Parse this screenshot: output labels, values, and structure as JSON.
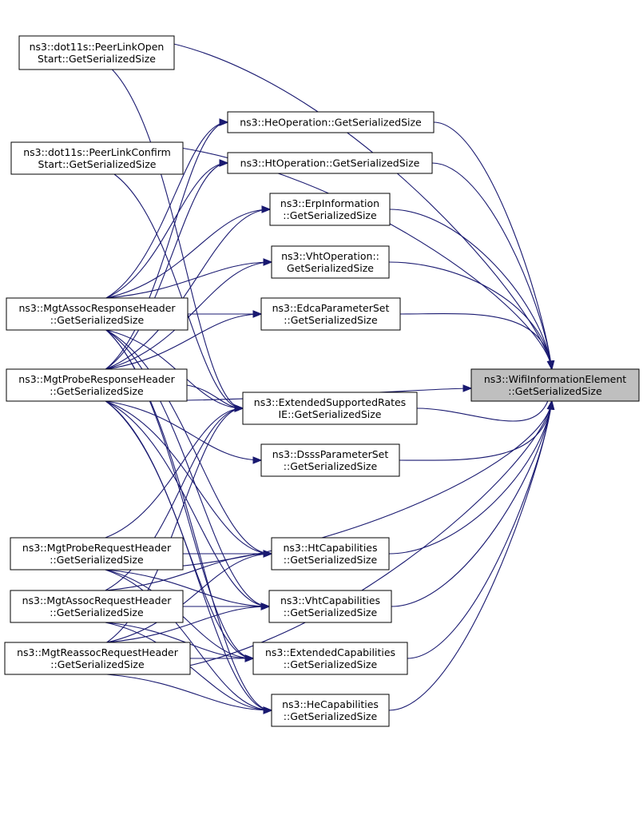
{
  "graph": {
    "nodes": {
      "target": {
        "lines": [
          "ns3::WifiInformationElement",
          "::GetSerializedSize"
        ]
      },
      "heop": {
        "lines": [
          "ns3::HeOperation::GetSerializedSize"
        ]
      },
      "htop": {
        "lines": [
          "ns3::HtOperation::GetSerializedSize"
        ]
      },
      "erp": {
        "lines": [
          "ns3::ErpInformation",
          "::GetSerializedSize"
        ]
      },
      "vhtop": {
        "lines": [
          "ns3::VhtOperation::",
          "GetSerializedSize"
        ]
      },
      "edca": {
        "lines": [
          "ns3::EdcaParameterSet",
          "::GetSerializedSize"
        ]
      },
      "extrates": {
        "lines": [
          "ns3::ExtendedSupportedRates",
          "IE::GetSerializedSize"
        ]
      },
      "dsss": {
        "lines": [
          "ns3::DsssParameterSet",
          "::GetSerializedSize"
        ]
      },
      "htcap": {
        "lines": [
          "ns3::HtCapabilities",
          "::GetSerializedSize"
        ]
      },
      "vhtcap": {
        "lines": [
          "ns3::VhtCapabilities",
          "::GetSerializedSize"
        ]
      },
      "extcap": {
        "lines": [
          "ns3::ExtendedCapabilities",
          "::GetSerializedSize"
        ]
      },
      "hecap": {
        "lines": [
          "ns3::HeCapabilities",
          "::GetSerializedSize"
        ]
      },
      "plopen": {
        "lines": [
          "ns3::dot11s::PeerLinkOpen",
          "Start::GetSerializedSize"
        ]
      },
      "plconf": {
        "lines": [
          "ns3::dot11s::PeerLinkConfirm",
          "Start::GetSerializedSize"
        ]
      },
      "assocresp": {
        "lines": [
          "ns3::MgtAssocResponseHeader",
          "::GetSerializedSize"
        ]
      },
      "proberesp": {
        "lines": [
          "ns3::MgtProbeResponseHeader",
          "::GetSerializedSize"
        ]
      },
      "probereq": {
        "lines": [
          "ns3::MgtProbeRequestHeader",
          "::GetSerializedSize"
        ]
      },
      "assocreq": {
        "lines": [
          "ns3::MgtAssocRequestHeader",
          "::GetSerializedSize"
        ]
      },
      "reassoc": {
        "lines": [
          "ns3::MgtReassocRequestHeader",
          "::GetSerializedSize"
        ]
      }
    },
    "edges": [
      [
        "plopen",
        "target"
      ],
      [
        "plopen",
        "extrates"
      ],
      [
        "plconf",
        "target"
      ],
      [
        "plconf",
        "extrates"
      ],
      [
        "heop",
        "target"
      ],
      [
        "htop",
        "target"
      ],
      [
        "erp",
        "target"
      ],
      [
        "vhtop",
        "target"
      ],
      [
        "edca",
        "target"
      ],
      [
        "extrates",
        "target"
      ],
      [
        "dsss",
        "target"
      ],
      [
        "htcap",
        "target"
      ],
      [
        "vhtcap",
        "target"
      ],
      [
        "extcap",
        "target"
      ],
      [
        "hecap",
        "target"
      ],
      [
        "assocresp",
        "heop"
      ],
      [
        "assocresp",
        "htop"
      ],
      [
        "assocresp",
        "erp"
      ],
      [
        "assocresp",
        "vhtop"
      ],
      [
        "assocresp",
        "edca"
      ],
      [
        "assocresp",
        "extrates"
      ],
      [
        "assocresp",
        "htcap"
      ],
      [
        "assocresp",
        "vhtcap"
      ],
      [
        "assocresp",
        "extcap"
      ],
      [
        "assocresp",
        "hecap"
      ],
      [
        "proberesp",
        "target"
      ],
      [
        "proberesp",
        "heop"
      ],
      [
        "proberesp",
        "htop"
      ],
      [
        "proberesp",
        "erp"
      ],
      [
        "proberesp",
        "vhtop"
      ],
      [
        "proberesp",
        "edca"
      ],
      [
        "proberesp",
        "extrates"
      ],
      [
        "proberesp",
        "dsss"
      ],
      [
        "proberesp",
        "htcap"
      ],
      [
        "proberesp",
        "vhtcap"
      ],
      [
        "proberesp",
        "extcap"
      ],
      [
        "proberesp",
        "hecap"
      ],
      [
        "probereq",
        "target"
      ],
      [
        "probereq",
        "extrates"
      ],
      [
        "probereq",
        "htcap"
      ],
      [
        "probereq",
        "vhtcap"
      ],
      [
        "probereq",
        "extcap"
      ],
      [
        "probereq",
        "hecap"
      ],
      [
        "assocreq",
        "extrates"
      ],
      [
        "assocreq",
        "htcap"
      ],
      [
        "assocreq",
        "vhtcap"
      ],
      [
        "assocreq",
        "extcap"
      ],
      [
        "assocreq",
        "hecap"
      ],
      [
        "reassoc",
        "target"
      ],
      [
        "reassoc",
        "extrates"
      ],
      [
        "reassoc",
        "htcap"
      ],
      [
        "reassoc",
        "vhtcap"
      ],
      [
        "reassoc",
        "extcap"
      ],
      [
        "reassoc",
        "hecap"
      ]
    ]
  }
}
